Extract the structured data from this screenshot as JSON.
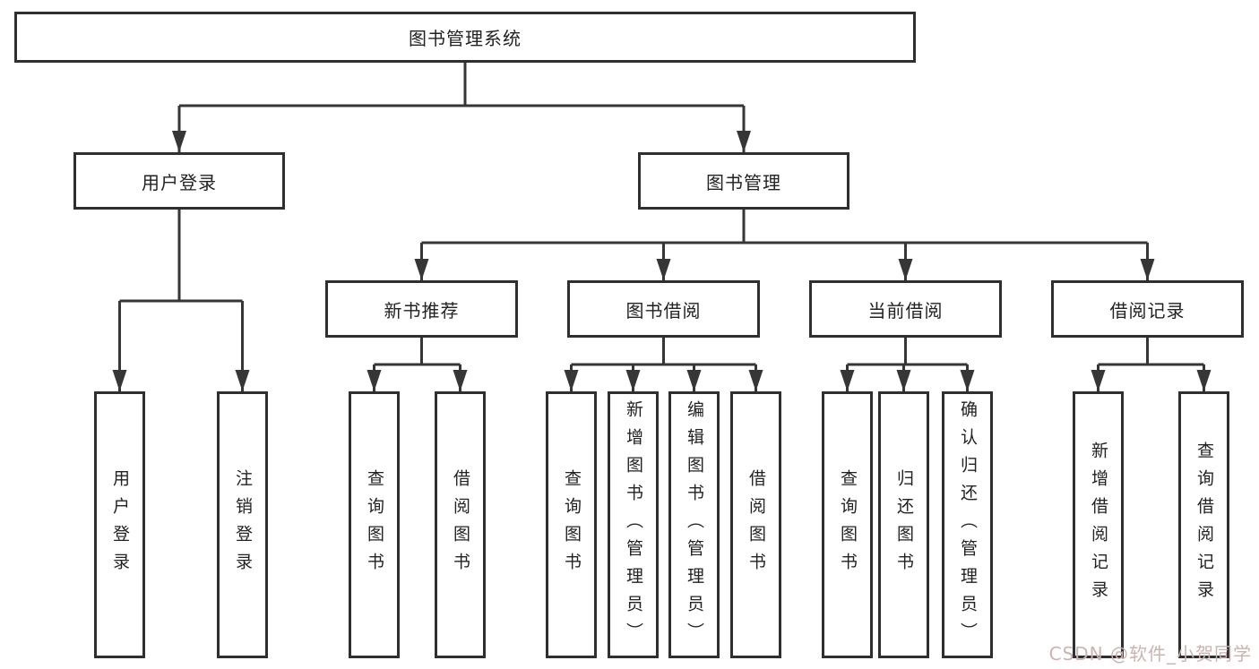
{
  "diagram": {
    "root": "图书管理系统",
    "branches": [
      {
        "label": "用户登录",
        "children": [
          "用户登录",
          "注销登录"
        ]
      },
      {
        "label": "图书管理",
        "children": [
          {
            "label": "新书推荐",
            "children": [
              "查询图书",
              "借阅图书"
            ]
          },
          {
            "label": "图书借阅",
            "children": [
              "查询图书",
              "新增图书（管理员）",
              "编辑图书（管理员）",
              "借阅图书"
            ]
          },
          {
            "label": "当前借阅",
            "children": [
              "查询图书",
              "归还图书",
              "确认归还（管理员）"
            ]
          },
          {
            "label": "借阅记录",
            "children": [
              "新增借阅记录",
              "查询借阅记录"
            ]
          }
        ]
      }
    ],
    "line_color": "#363636",
    "border_color": "#2f2f2f",
    "text_color": "#222222"
  },
  "watermark": "CSDN @软件_小贺同学"
}
